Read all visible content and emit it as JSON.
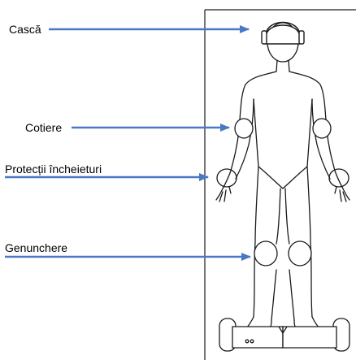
{
  "labels": {
    "helmet": "Cască",
    "elbow_pads": "Cotiere",
    "wrist_guards": "Protecții încheieturi",
    "knee_pads": "Genunchere"
  },
  "colors": {
    "arrow": "#4a78c4",
    "outline": "#1a1a1a",
    "pad_fill": "#ffffff",
    "background": "#ffffff"
  },
  "icons": {
    "figure": "person-outline",
    "vehicle": "hoverboard"
  }
}
